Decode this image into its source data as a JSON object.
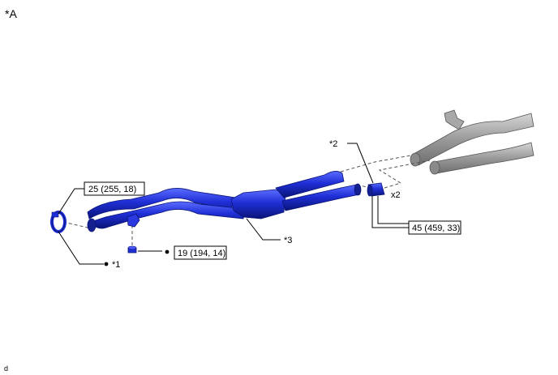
{
  "view_label": "*A",
  "footer_code": "d",
  "labels": {
    "ref1": "*1",
    "ref2": "*2",
    "ref3": "*3"
  },
  "quantity": "x2",
  "torque_specs": {
    "clamp": "25 (255, 18)",
    "bolt": "19 (194, 14)",
    "nut": "45 (459, 33)"
  },
  "colors": {
    "new_part": "#1f2fd6",
    "existing_part": "#9a9a9a"
  }
}
